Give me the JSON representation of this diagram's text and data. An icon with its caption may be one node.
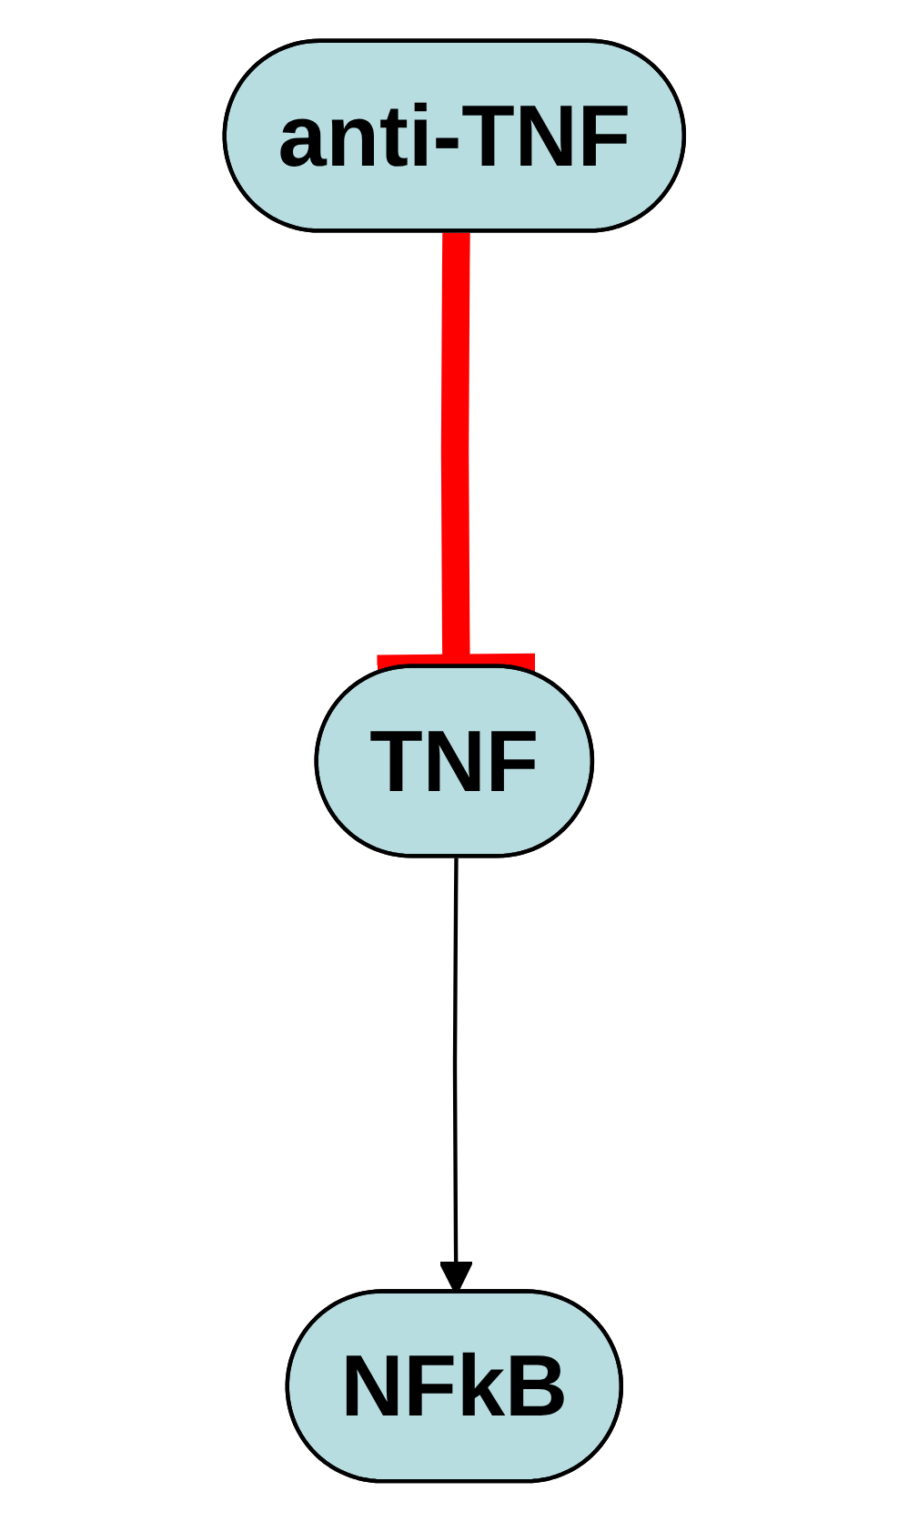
{
  "diagram": {
    "nodes": [
      {
        "text": [
          "anti-TNF"
        ]
      },
      {
        "text": [
          "TNF"
        ]
      },
      {
        "text": [
          "NFkB"
        ]
      }
    ],
    "edges": [
      {
        "from": 0,
        "to": 1,
        "arrow": "other",
        "style": "thick",
        "color": "#ff0000"
      },
      {
        "from": 1,
        "to": 2,
        "arrow": "to",
        "color": "#000000"
      }
    ]
  }
}
